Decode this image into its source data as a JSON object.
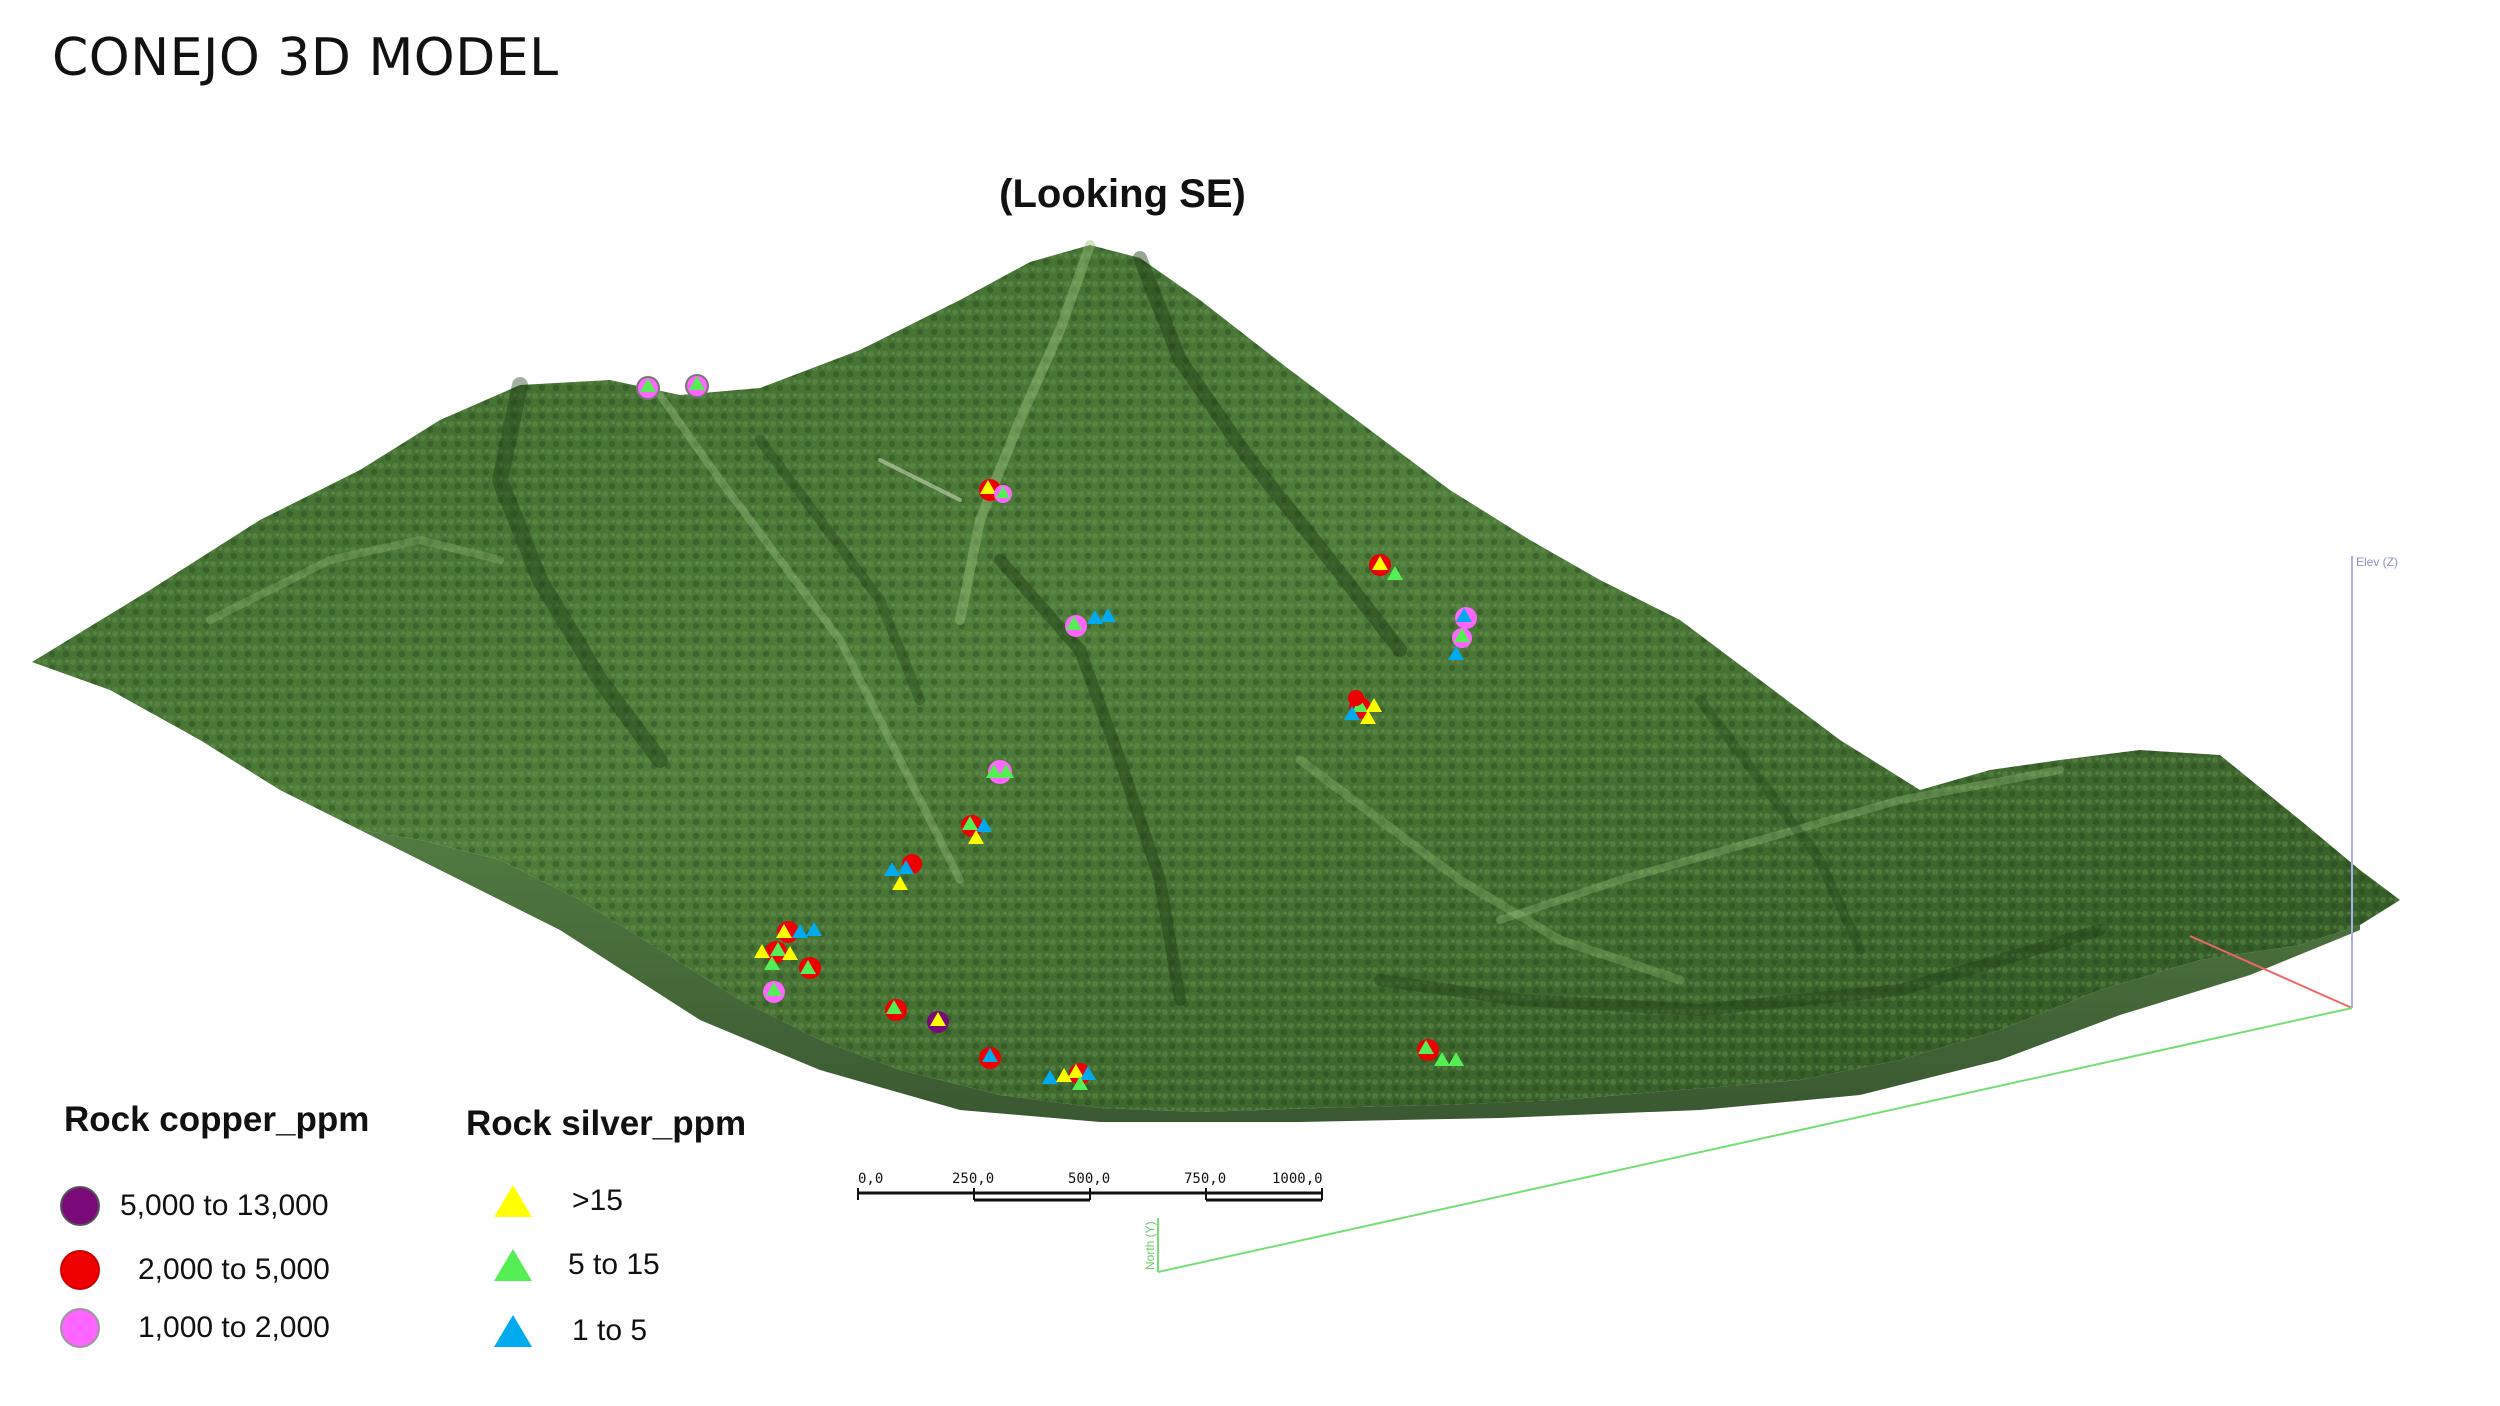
{
  "title": "CONEJO 3D MODEL",
  "view_label": "(Looking SE)",
  "legend_copper": {
    "title": "Rock copper_ppm",
    "items": [
      {
        "label": "5,000 to 13,000",
        "color": "#7a0a7a"
      },
      {
        "label": "2,000 to 5,000",
        "color": "#ee0000"
      },
      {
        "label": "1,000 to 2,000",
        "color": "#ff66ff"
      }
    ]
  },
  "legend_silver": {
    "title": "Rock silver_ppm",
    "items": [
      {
        "label": ">15",
        "color": "#ffff00"
      },
      {
        "label": "5 to 15",
        "color": "#55ee55"
      },
      {
        "label": "1 to 5",
        "color": "#00aaee"
      }
    ]
  },
  "scale_bar": {
    "ticks": [
      "0,0",
      "250,0",
      "500,0",
      "750,0",
      "1000,0"
    ]
  },
  "axis_labels": {
    "z": "Elev (Z)",
    "y": "North (Y)"
  },
  "colors": {
    "terrain_dark": "#2f5a24",
    "terrain_mid": "#4e7a3a",
    "terrain_light": "#8fae6e",
    "axis_z": "#aab0ee",
    "axis_x": "#ee6666",
    "axis_y": "#77dd77"
  }
}
